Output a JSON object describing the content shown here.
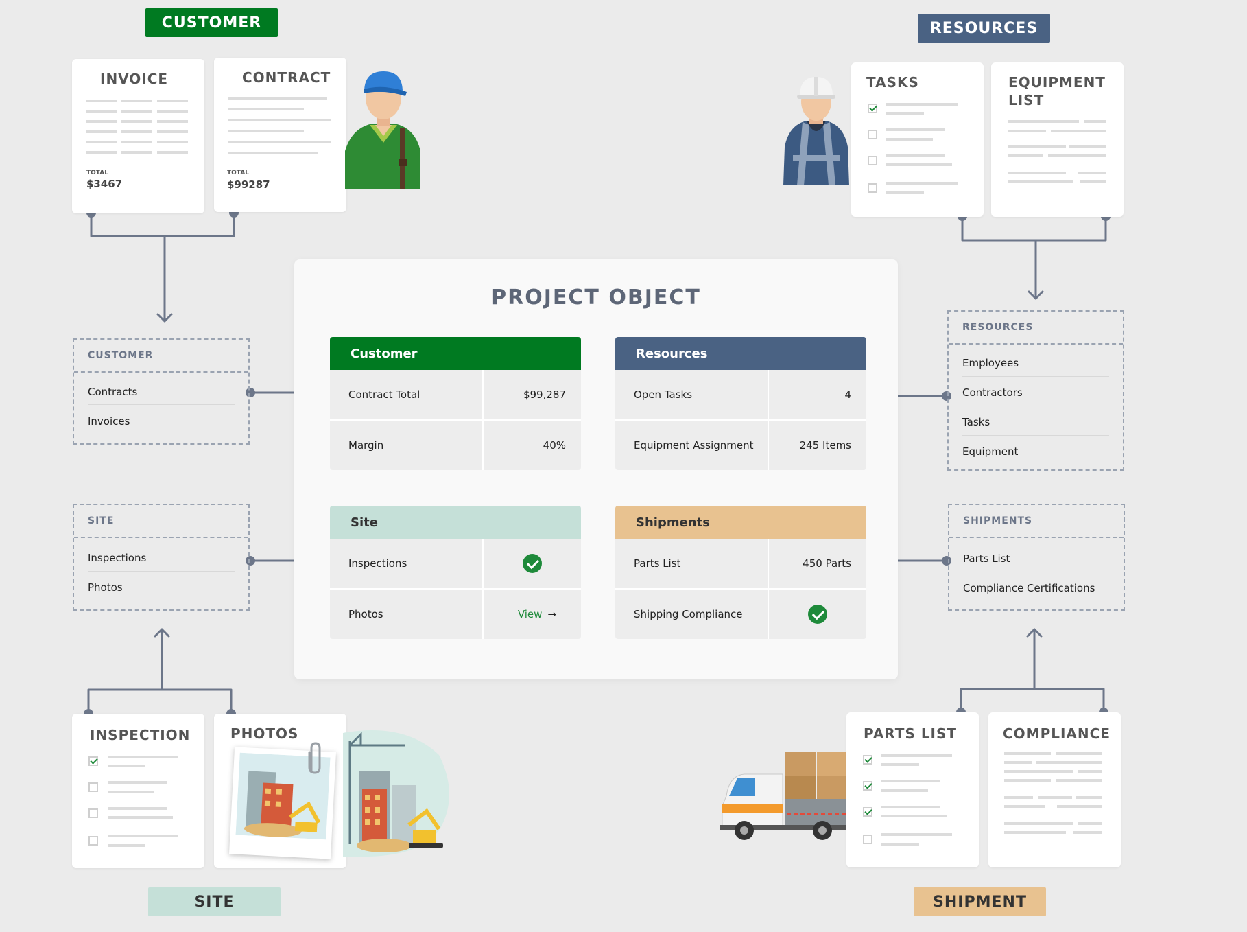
{
  "colors": {
    "customer_green": "#007a21",
    "resources_blue": "#4a6283",
    "site_mint": "#c5e0d8",
    "shipment_tan": "#e8c290",
    "ok_green": "#1e8a3a",
    "line_gray": "#6c7689"
  },
  "tags": {
    "customer": "CUSTOMER",
    "resources": "RESOURCES",
    "site": "SITE",
    "shipment": "SHIPMENT"
  },
  "docs": {
    "invoice": {
      "title": "INVOICE",
      "total_label": "TOTAL",
      "total_value": "$3467"
    },
    "contract": {
      "title": "CONTRACT",
      "total_label": "TOTAL",
      "total_value": "$99287"
    },
    "tasks": {
      "title": "TASKS"
    },
    "equipment": {
      "title": "EQUIPMENT LIST"
    },
    "inspection": {
      "title": "INSPECTION"
    },
    "photos": {
      "title": "PHOTOS"
    },
    "parts": {
      "title": "PARTS LIST"
    },
    "compliance": {
      "title": "COMPLIANCE"
    }
  },
  "sources": {
    "customer": {
      "title": "CUSTOMER",
      "items": [
        "Contracts",
        "Invoices"
      ]
    },
    "site": {
      "title": "SITE",
      "items": [
        "Inspections",
        "Photos"
      ]
    },
    "resources": {
      "title": "RESOURCES",
      "items": [
        "Employees",
        "Contractors",
        "Tasks",
        "Equipment"
      ]
    },
    "shipments": {
      "title": "SHIPMENTS",
      "items": [
        "Parts List",
        "Compliance Certifications"
      ]
    }
  },
  "project": {
    "title": "PROJECT OBJECT",
    "customer": {
      "header": "Customer",
      "rows": [
        {
          "label": "Contract Total",
          "value": "$99,287"
        },
        {
          "label": "Margin",
          "value": "40%"
        }
      ]
    },
    "resources": {
      "header": "Resources",
      "rows": [
        {
          "label": "Open Tasks",
          "value": "4"
        },
        {
          "label": "Equipment Assignment",
          "value": "245 Items"
        }
      ]
    },
    "site": {
      "header": "Site",
      "rows": [
        {
          "label": "Inspections",
          "icon": "check-circle-icon"
        },
        {
          "label": "Photos",
          "link": "View"
        }
      ]
    },
    "shipments": {
      "header": "Shipments",
      "rows": [
        {
          "label": "Parts List",
          "value": "450 Parts"
        },
        {
          "label": "Shipping Compliance",
          "icon": "check-circle-icon"
        }
      ]
    }
  }
}
